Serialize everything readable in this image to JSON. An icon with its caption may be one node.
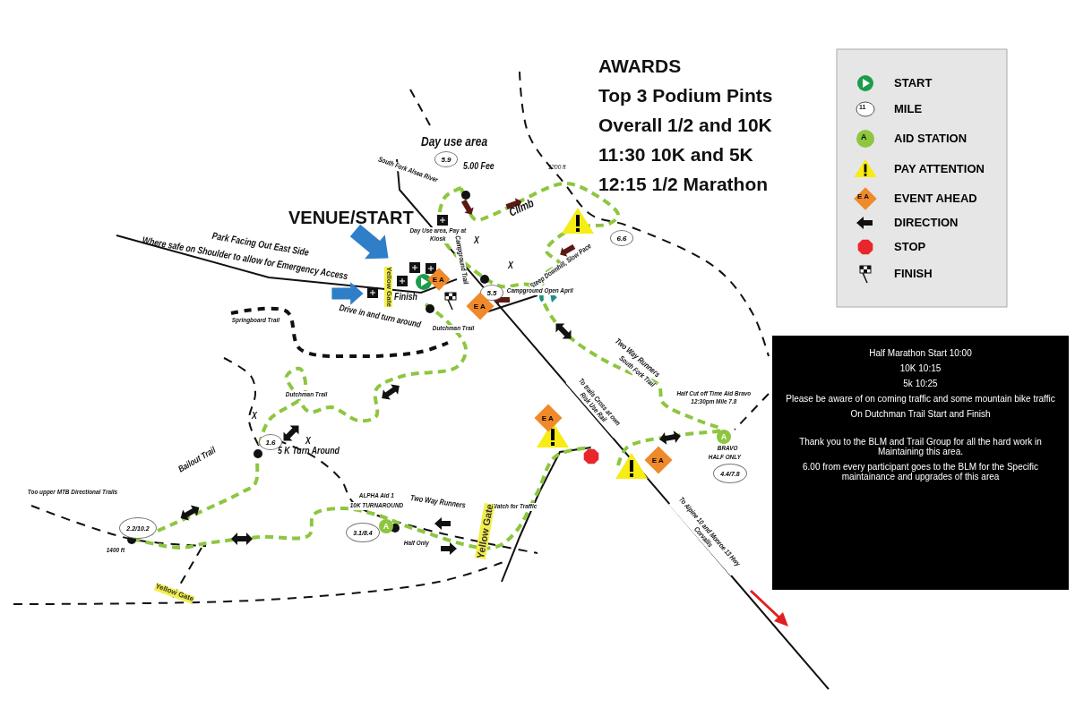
{
  "diagram": {
    "nodes": [
      {
        "text": [
          "5.9"
        ]
      },
      {
        "text": [
          "5.5"
        ]
      },
      {
        "text": [
          "6.6"
        ]
      },
      {
        "text": [
          "1.6"
        ]
      },
      {
        "text": [
          "2.2/10.2"
        ]
      },
      {
        "text": [
          "3.1/8.4"
        ]
      },
      {
        "text": [
          "4.4/7.8"
        ]
      },
      {
        "text": [
          "E A"
        ]
      },
      {
        "text": [
          "E A"
        ]
      },
      {
        "text": [
          "E A"
        ]
      },
      {
        "text": [
          "E A"
        ]
      },
      {
        "text": [
          "A"
        ]
      },
      {
        "text": [
          "A"
        ]
      },
      {
        "text": [
          "Half  Marathon Start 10:00",
          "10K 10:15",
          "5k 10:25",
          "Please be aware of on coming traffic and some mountain bike traffic",
          "On Dutchman Trail Start and Finish",
          "Thank you to the BLM and Trail Group for all the hard work in Maintaining this area.",
          "6.00 from every participant goes to the BLM for the Specific maintainance and upgrades of this area"
        ]
      }
    ],
    "labels": [
      "AWARDS",
      "Top 3 Podium Pints",
      "Overall 1/2 and 10K",
      "11:30 10K and 5K",
      "12:15 1/2 Marathon",
      "Day use area",
      "5.00 Fee",
      "1200 ft",
      "South Fork Alsea River",
      "Climb",
      "Day Use area, Pay at Kiosk",
      "Campground Trail",
      "X",
      "X",
      "VENUE/START",
      "Park Facing Out East Side",
      "Where safe on Shoulder to allow for Emergency Access",
      "Steep Downhill, Slow Pace",
      "Yellow Gate",
      "Drive in and turn around",
      "Finish",
      "Campground Open April",
      "Springboard Trail",
      "Dutchman Trail",
      "Two Way Runners",
      "South Fork Trail",
      "Dutchman Trail",
      "Half Cut off Time Aid Bravo 12:30pm Mile 7.8",
      "To trails Cross at own Risk Use Rail",
      "BRAVO",
      "HALF ONLY",
      "X",
      "5 K Turn Around",
      "X",
      "Too upper MTB Directional Trails",
      "Bailout Trail",
      "1400 ft",
      "Yellow Gate",
      "ALPHA Aid 1",
      "10K TURNAROUND",
      "Half Only",
      "Two Way Runners",
      "Watch for Traffic",
      "Yellow Gate",
      "To Alpine 10 and Monroe 13 Hwy Corvallis",
      "11",
      "A",
      "E A"
    ],
    "legend": [
      {
        "text": "START"
      },
      {
        "text": "MILE"
      },
      {
        "text": "AID STATION"
      },
      {
        "text": "PAY ATTENTION"
      },
      {
        "text": "EVENT AHEAD"
      },
      {
        "text": "DIRECTION"
      },
      {
        "text": "STOP"
      },
      {
        "text": "FINISH"
      }
    ]
  }
}
